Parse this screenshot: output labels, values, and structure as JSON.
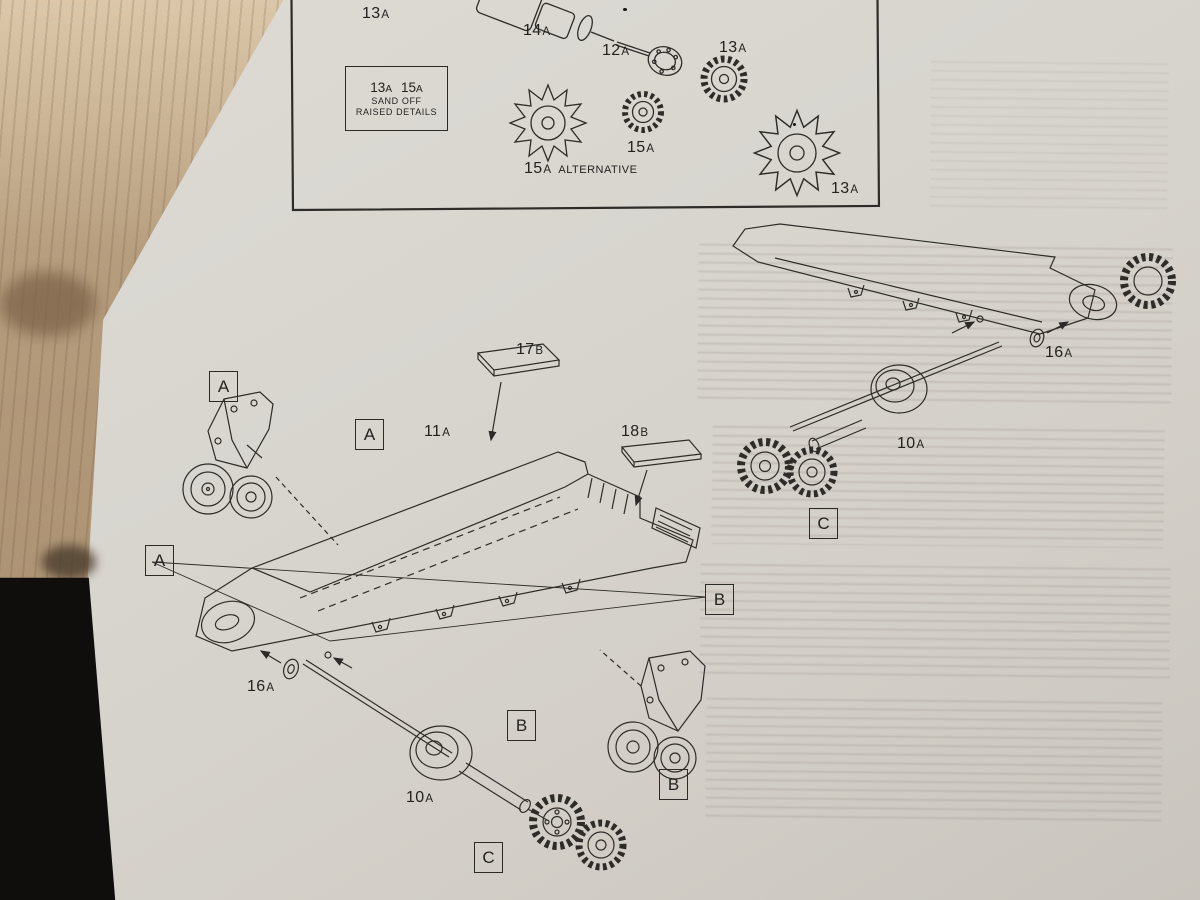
{
  "top_box": {
    "parts": {
      "p13a_top": {
        "num": "13",
        "suf": "A"
      },
      "p14a": {
        "num": "14",
        "suf": "A"
      },
      "p12a": {
        "num": "12",
        "suf": "A"
      },
      "p13a_mid": {
        "num": "13",
        "suf": "A"
      },
      "p15a": {
        "num": "15",
        "suf": "A"
      },
      "p15a_alt": {
        "num": "15",
        "suf": "A"
      },
      "p13a_bottom": {
        "num": "13",
        "suf": "A"
      }
    },
    "alt_word": "ALTERNATIVE",
    "note": {
      "parts": [
        {
          "num": "13",
          "suf": "A"
        },
        {
          "num": "15",
          "suf": "A"
        }
      ],
      "line2": "SAND OFF",
      "line3": "RAISED DETAILS"
    }
  },
  "main_assembly": {
    "parts": {
      "p17b": {
        "num": "17",
        "suf": "B"
      },
      "p11a": {
        "num": "11",
        "suf": "A"
      },
      "p18b": {
        "num": "18",
        "suf": "B"
      },
      "p16a": {
        "num": "16",
        "suf": "A"
      },
      "p10a": {
        "num": "10",
        "suf": "A"
      }
    },
    "callouts": {
      "a1": "A",
      "a2": "A",
      "a3": "A",
      "b1": "B",
      "b2": "B",
      "b3": "B",
      "c1": "C"
    }
  },
  "rear_assembly": {
    "parts": {
      "p16a": {
        "num": "16",
        "suf": "A"
      },
      "p10a": {
        "num": "10",
        "suf": "A"
      }
    },
    "callouts": {
      "c1": "C"
    }
  },
  "colors": {
    "paper": "#d7d4ce",
    "ink": "#2b2a27",
    "wood": "#b49b7c"
  }
}
